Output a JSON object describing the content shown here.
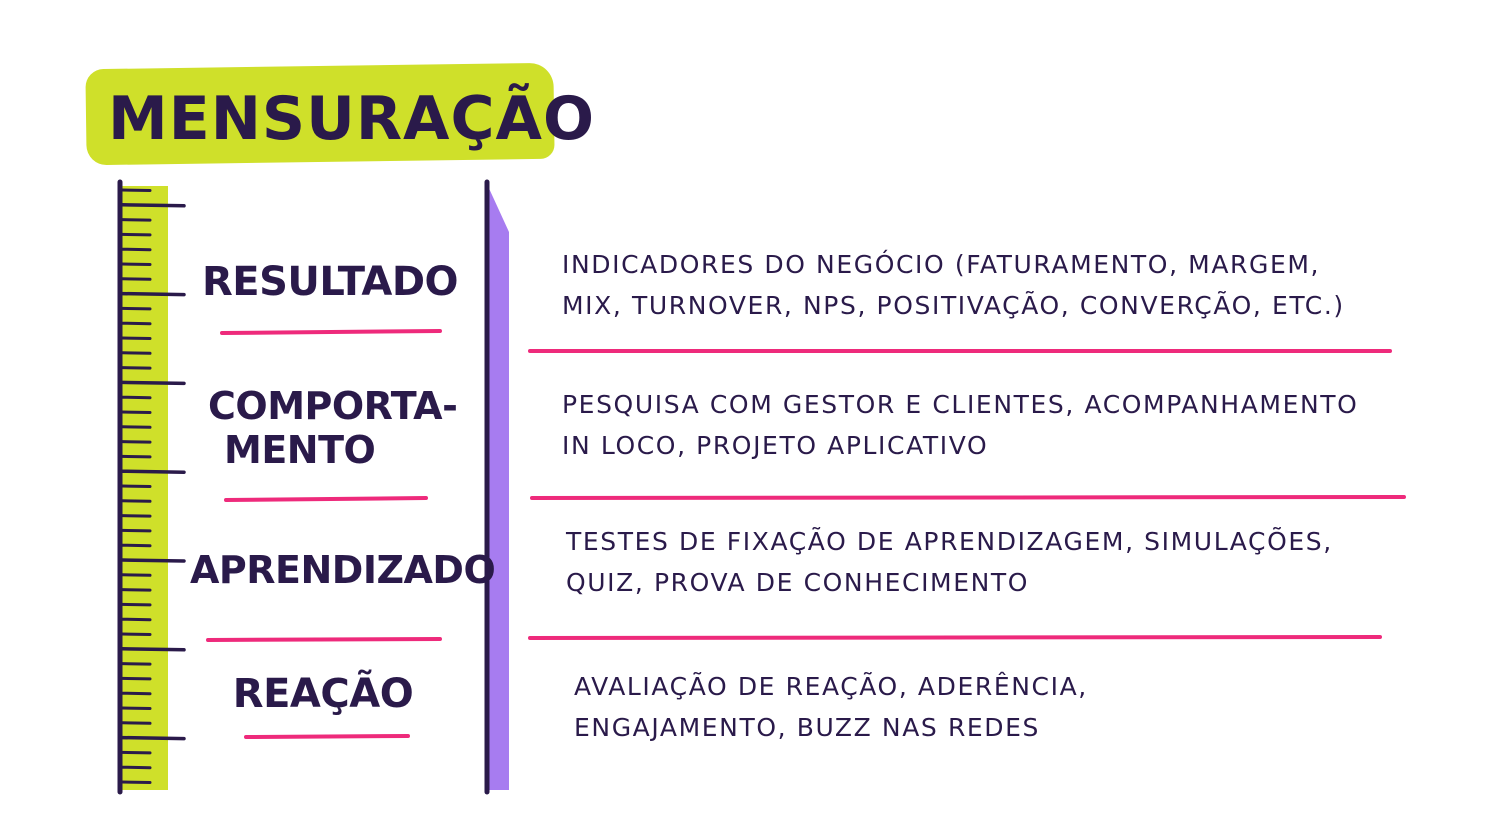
{
  "title": "MENSURAÇÃO",
  "levels": [
    {
      "name": "RESULTADO",
      "description_lines": [
        "INDICADORES DO NEGÓCIO (FATURAMENTO, MARGEM,",
        "MIX, TURNOVER, NPS, POSITIVAÇÃO, CONVERÇÃO, ETC.)"
      ]
    },
    {
      "name_lines": [
        "COMPORTA-",
        "MENTO"
      ],
      "description_lines": [
        "PESQUISA COM GESTOR E CLIENTES, ACOMPANHAMENTO",
        "IN LOCO,  PROJETO APLICATIVO"
      ]
    },
    {
      "name": "APRENDIZADO",
      "description_lines": [
        "TESTES DE FIXAÇÃO DE APRENDIZAGEM, SIMULAÇÕES,",
        "QUIZ, PROVA DE CONHECIMENTO"
      ]
    },
    {
      "name": "REAÇÃO",
      "description_lines": [
        "AVALIAÇÃO DE REAÇÃO, ADERÊNCIA,",
        "ENGAJAMENTO, BUZZ NAS REDES"
      ]
    }
  ],
  "colors": {
    "title_highlight": "#cfe02a",
    "ruler_fill": "#cfe02a",
    "ruler_outline": "#2a1a4a",
    "divider_bar": "#a77cf0",
    "underline": "#ee2a7b",
    "ink": "#2a1a4a"
  },
  "icons": {
    "ruler": "ruler-icon"
  }
}
